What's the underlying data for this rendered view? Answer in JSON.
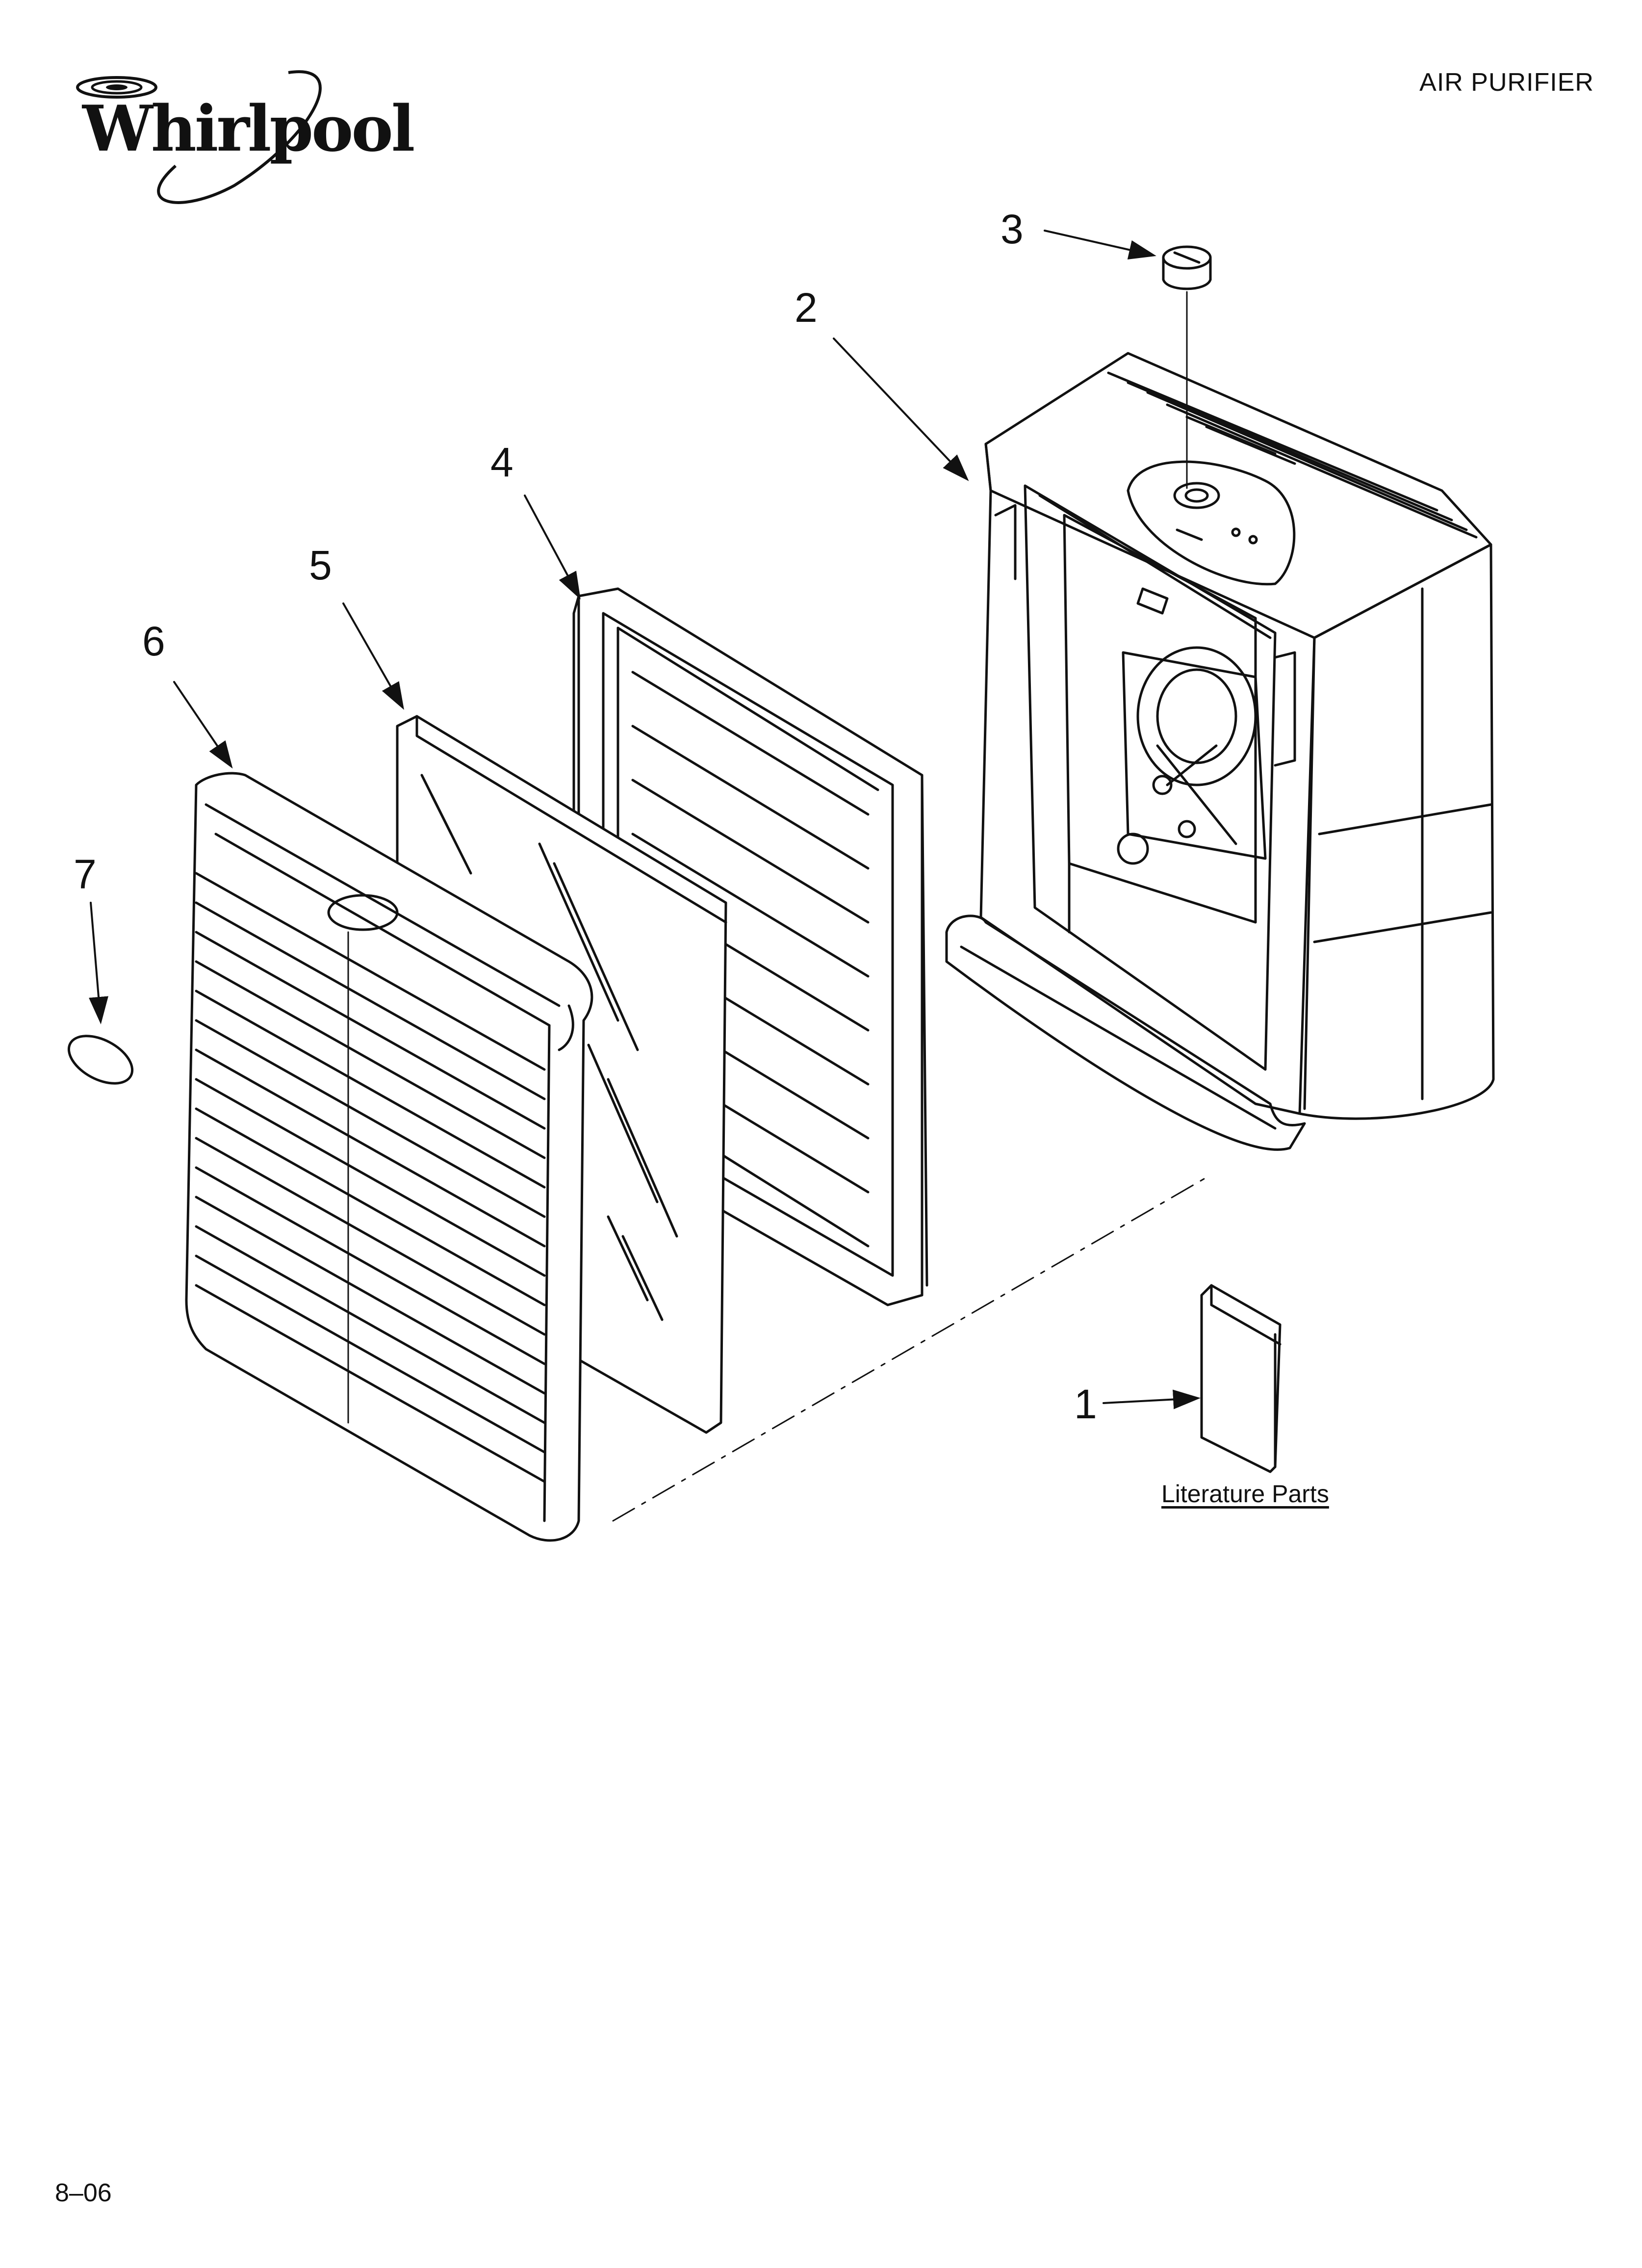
{
  "header": {
    "brand": "Whirlpool",
    "title": "AIR PURIFIER"
  },
  "footer": {
    "code": "8–06"
  },
  "callouts": {
    "c1": "1",
    "c2": "2",
    "c3": "3",
    "c4": "4",
    "c5": "5",
    "c6": "6",
    "c7": "7"
  },
  "literature": {
    "label": "Literature Parts"
  },
  "icons": {
    "logo": "whirlpool-swirl-logo"
  },
  "colors": {
    "ink": "#111111",
    "paper": "#ffffff",
    "shade": "#e6e6e6"
  }
}
